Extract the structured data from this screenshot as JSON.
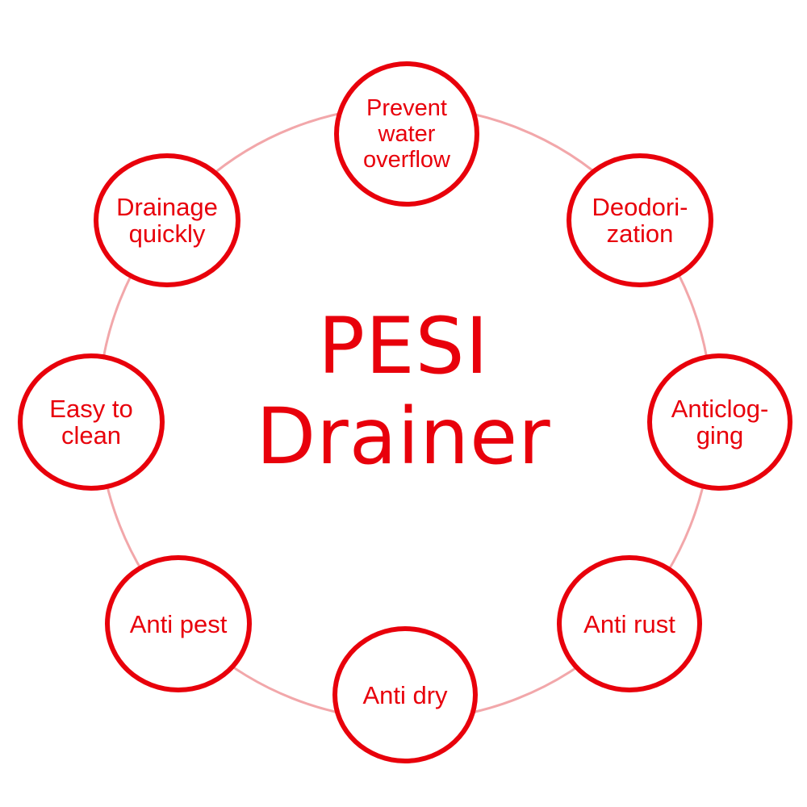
{
  "center": {
    "line1": "PESI",
    "line2": "Drainer"
  },
  "nodes": [
    {
      "lines": [
        "Prevent",
        "water",
        "overflow"
      ]
    },
    {
      "lines": [
        "Deodori-",
        "zation"
      ]
    },
    {
      "lines": [
        "Anticlog-",
        "ging"
      ]
    },
    {
      "lines": [
        "Anti rust"
      ]
    },
    {
      "lines": [
        "Anti dry"
      ]
    },
    {
      "lines": [
        "Anti pest"
      ]
    },
    {
      "lines": [
        "Easy to",
        "clean"
      ]
    },
    {
      "lines": [
        "Drainage",
        "quickly"
      ]
    }
  ],
  "colors": {
    "accent": "#e8000b",
    "ring": "#f2a7aa",
    "background": "#ffffff"
  }
}
